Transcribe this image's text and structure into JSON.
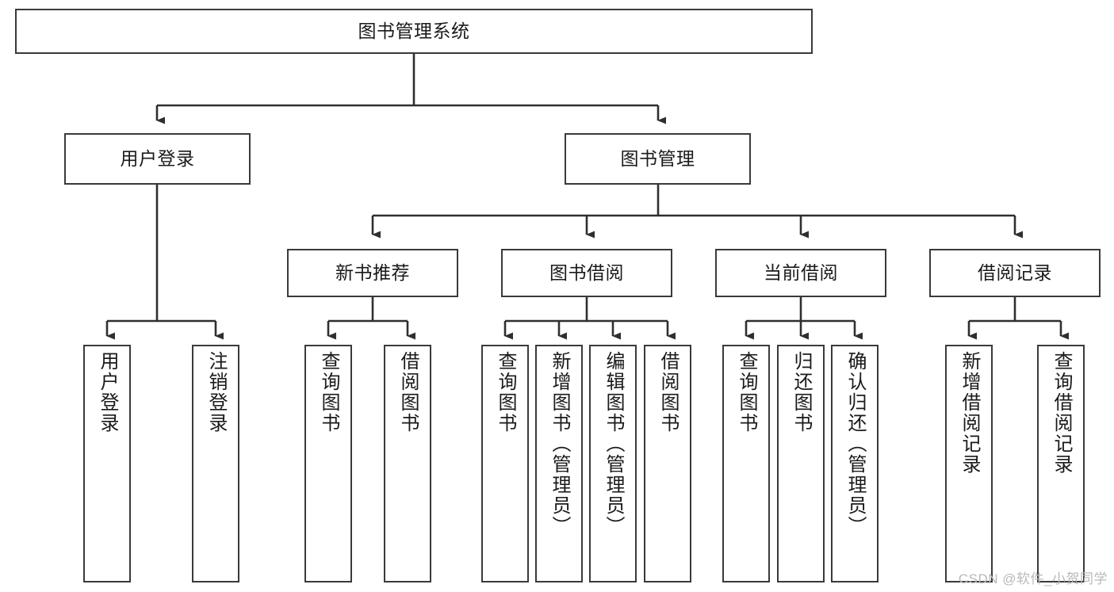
{
  "diagram": {
    "title": "图书管理系统",
    "type": "function-hierarchy-tree",
    "root": {
      "label": "图书管理系统"
    },
    "level2": [
      {
        "label": "用户登录"
      },
      {
        "label": "图书管理"
      }
    ],
    "level3": [
      {
        "label": "新书推荐"
      },
      {
        "label": "图书借阅"
      },
      {
        "label": "当前借阅"
      },
      {
        "label": "借阅记录"
      }
    ],
    "leaves": {
      "user_login": [
        {
          "label": "用户登录"
        },
        {
          "label": "注销登录"
        }
      ],
      "new_book_recommend": [
        {
          "label": "查询图书"
        },
        {
          "label": "借阅图书"
        }
      ],
      "book_borrow": [
        {
          "label": "查询图书"
        },
        {
          "label": "新增图书（管理员）"
        },
        {
          "label": "编辑图书（管理员）"
        },
        {
          "label": "借阅图书"
        }
      ],
      "current_borrow": [
        {
          "label": "查询图书"
        },
        {
          "label": "归还图书"
        },
        {
          "label": "确认归还（管理员）"
        }
      ],
      "borrow_record": [
        {
          "label": "新增借阅记录"
        },
        {
          "label": "查询借阅记录"
        }
      ]
    }
  },
  "watermark": {
    "text": "CSDN @软件_小贺同学"
  },
  "colors": {
    "border": "#3a3a3a",
    "connector": "#2f2f2f",
    "text": "#1a1a1a",
    "background": "#ffffff",
    "watermark": "#b9b9b9"
  }
}
